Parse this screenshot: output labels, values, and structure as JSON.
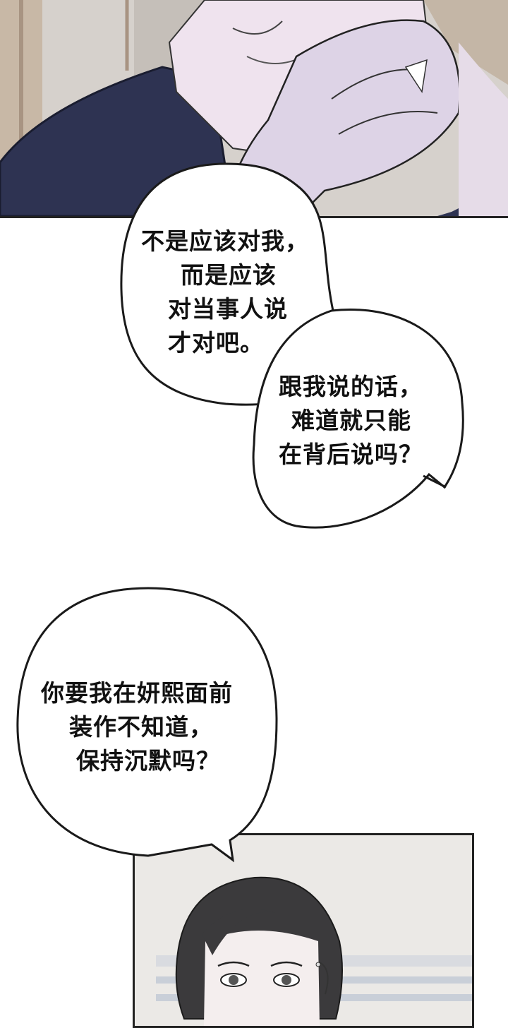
{
  "bubbles": [
    {
      "lines": [
        "不是应该对我，",
        "而是应该",
        "对当事人说",
        "才对吧。"
      ]
    },
    {
      "lines": [
        "跟我说的话，",
        "难道就只能",
        "在背后说吗？"
      ]
    },
    {
      "lines": [
        "你要我在妍熙面前",
        "装作不知道，",
        "保持沉默吗？"
      ]
    }
  ]
}
